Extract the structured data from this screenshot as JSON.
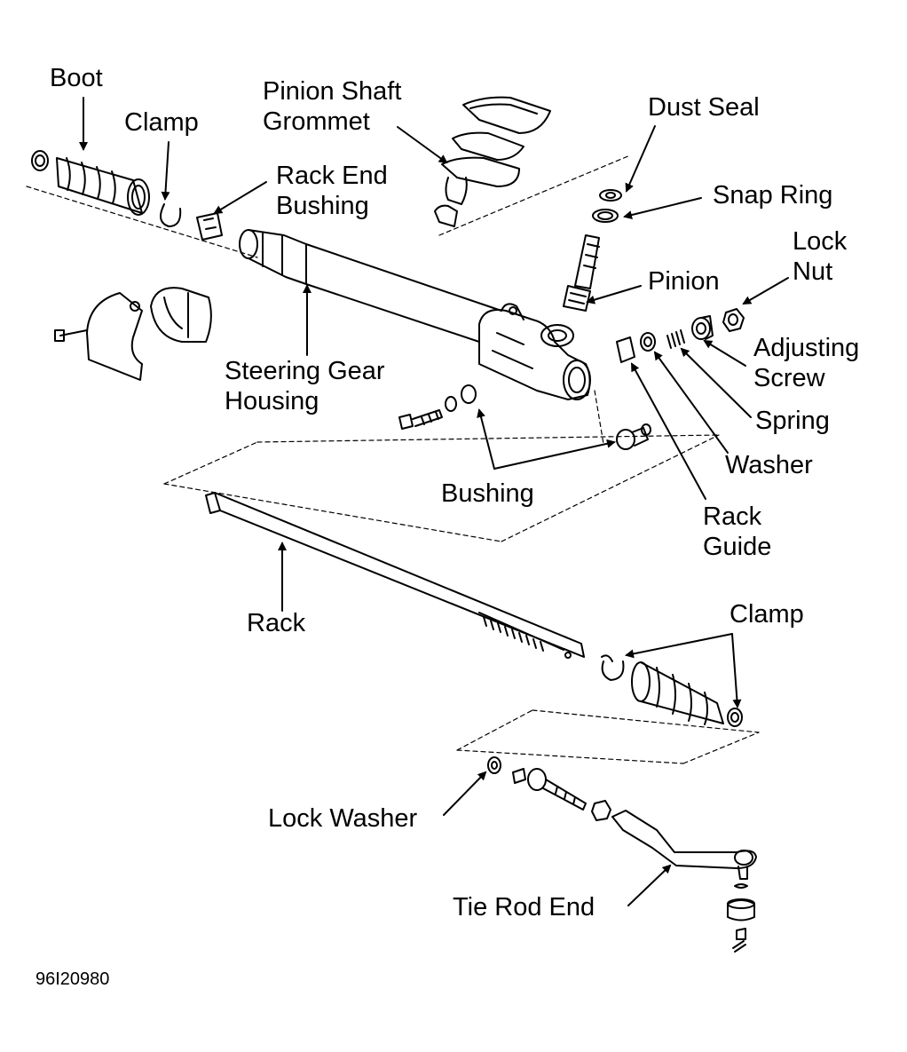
{
  "labels": {
    "boot": "Boot",
    "clamp_top": "Clamp",
    "rack_end_bushing": [
      "Rack End",
      "Bushing"
    ],
    "pinion_shaft_grommet": [
      "Pinion Shaft",
      "Grommet"
    ],
    "dust_seal": "Dust Seal",
    "snap_ring": "Snap Ring",
    "lock_nut": [
      "Lock",
      "Nut"
    ],
    "pinion": "Pinion",
    "adjusting_screw": [
      "Adjusting",
      "Screw"
    ],
    "steering_gear_housing": [
      "Steering Gear",
      "Housing"
    ],
    "spring": "Spring",
    "washer": "Washer",
    "bushing": "Bushing",
    "rack_guide": [
      "Rack",
      "Guide"
    ],
    "rack": "Rack",
    "clamp_bottom": "Clamp",
    "lock_washer": "Lock Washer",
    "tie_rod_end": "Tie Rod End"
  },
  "figure_code": "96I20980"
}
